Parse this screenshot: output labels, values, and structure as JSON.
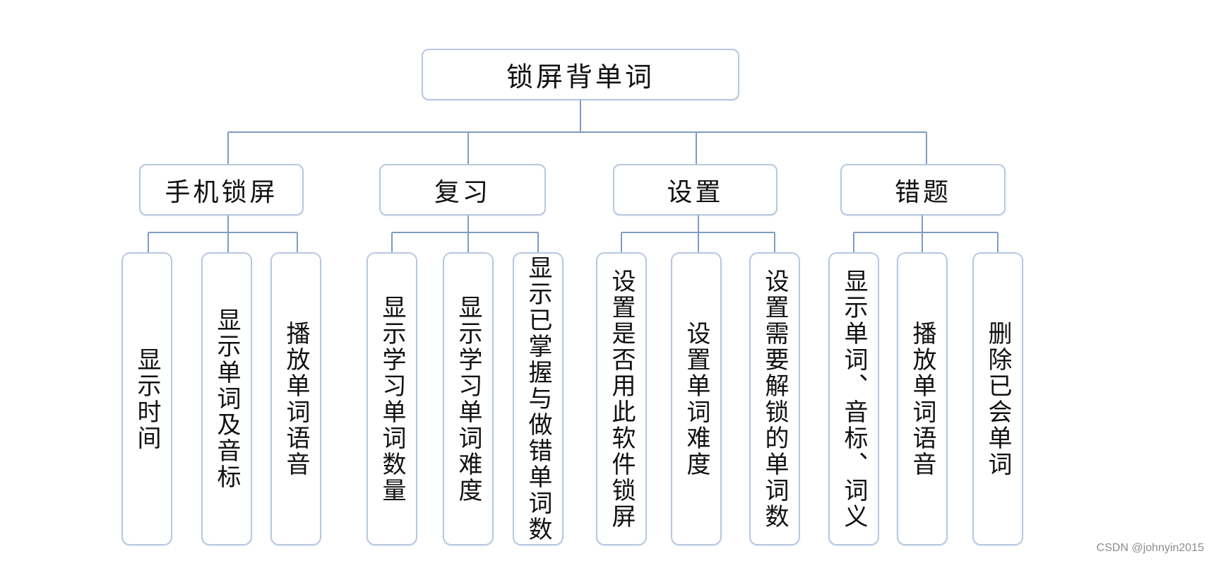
{
  "root": {
    "label": "锁屏背单词"
  },
  "categories": [
    {
      "label": "手机锁屏",
      "children": [
        "显示时间",
        "显示单词及音标",
        "播放单词语音"
      ]
    },
    {
      "label": "复习",
      "children": [
        "显示学习单词数量",
        "显示学习单词难度",
        "显示已掌握与做错单词数"
      ]
    },
    {
      "label": "设置",
      "children": [
        "设置是否用此软件锁屏",
        "设置单词难度",
        "设置需要解锁的单词数"
      ]
    },
    {
      "label": "错题",
      "children": [
        "显示单词、音标、词义",
        "播放单词语音",
        "删除已会单词"
      ]
    }
  ],
  "colors": {
    "connector": "#7f9cc3",
    "node_border": "#b8c8df"
  },
  "watermark": "CSDN @johnyin2015"
}
